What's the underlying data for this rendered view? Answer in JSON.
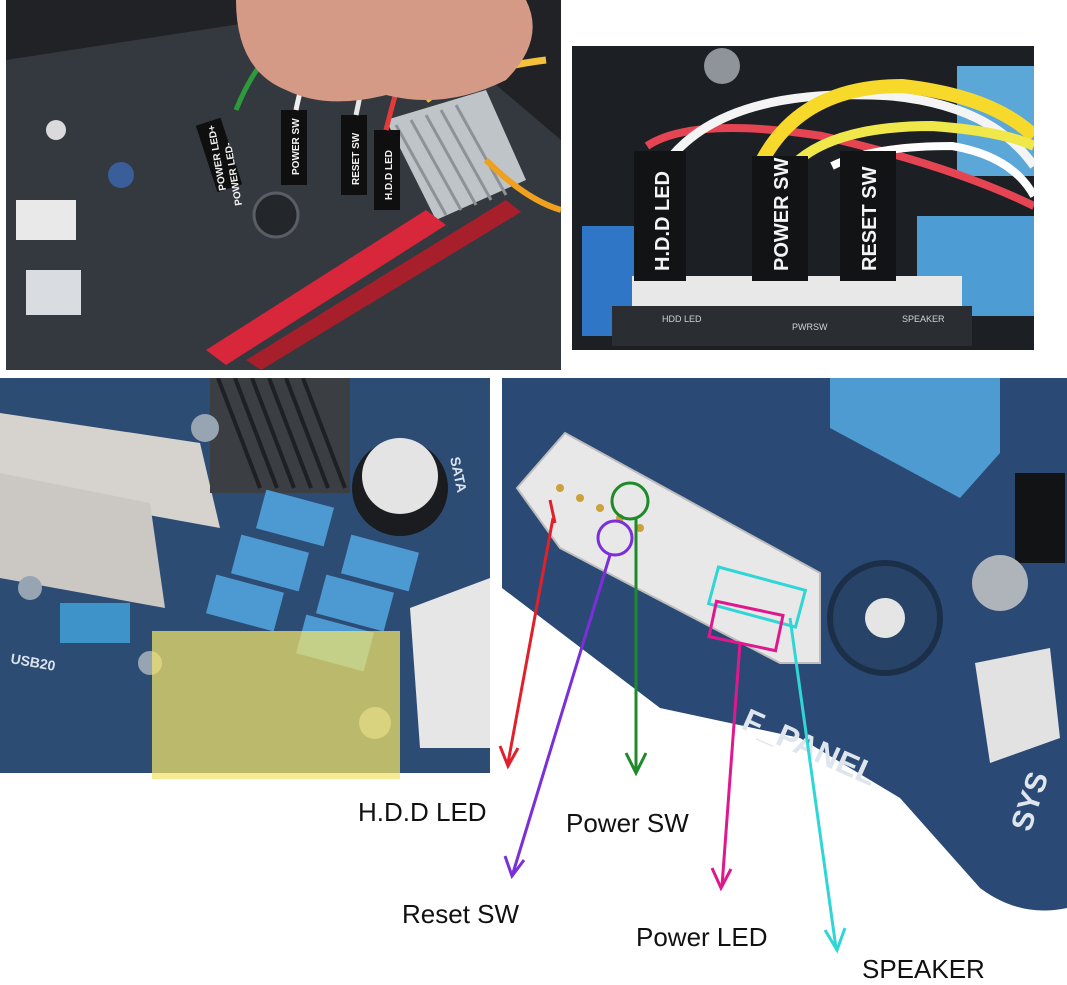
{
  "photos": {
    "hands": {
      "connector_labels": [
        "POWER LED+",
        "POWER LED-",
        "POWER SW",
        "RESET SW",
        "H.D.D LED"
      ]
    },
    "closeup": {
      "connector_labels": [
        "H.D.D LED",
        "POWER SW",
        "RESET SW"
      ],
      "board_print": [
        "HDD LED",
        "PWRSW",
        "SPEAKER"
      ]
    },
    "board": {
      "silk_labels": [
        "USB20",
        "F_PANEL",
        "SYS",
        "SATA"
      ]
    }
  },
  "pin_labels": {
    "hdd_led": "H.D.D LED",
    "power_sw": "Power SW",
    "reset_sw": "Reset SW",
    "power_led": "Power LED",
    "speaker": "SPEAKER"
  },
  "colors": {
    "hdd_led": "#e0202a",
    "power_sw": "#1f8a2a",
    "reset_sw": "#7a2fd8",
    "power_led": "#e0188e",
    "speaker": "#30d6d6",
    "board": "#2c4a73",
    "highlight": "#f3e36a"
  }
}
